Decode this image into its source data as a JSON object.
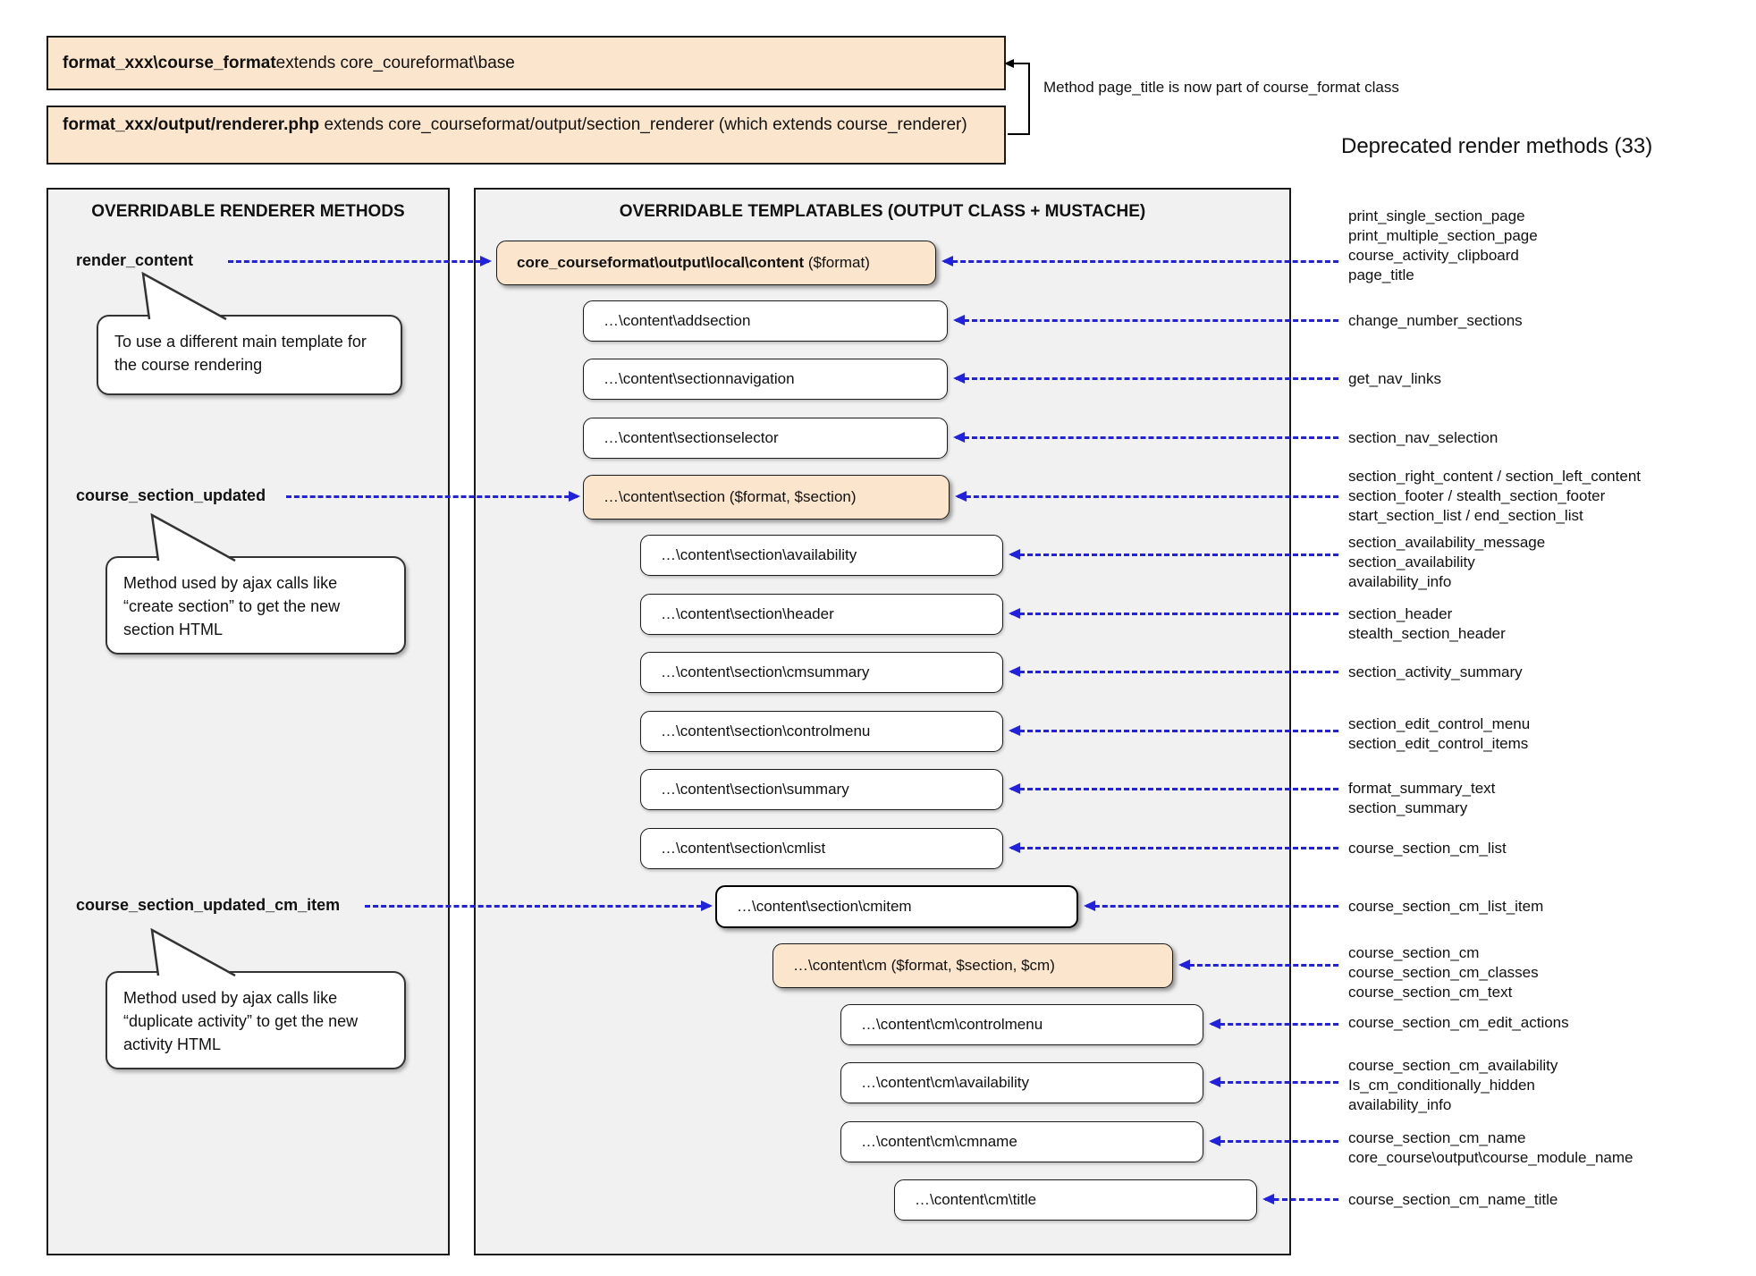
{
  "colors": {
    "accent_blue": "#2222dd",
    "box_orange": "#fbe5cc",
    "panel_bg": "#f1f1f2"
  },
  "top": {
    "box1": {
      "bold": "format_xxx\\course_format",
      "rest": " extends core_coureformat\\base"
    },
    "box2": {
      "bold": "format_xxx/output/renderer.php",
      "rest": " extends core_courseformat/output/section_renderer (which extends course_renderer)"
    },
    "note": "Method page_title is now part of course_format class",
    "deprecated_title": "Deprecated render methods (33)"
  },
  "left_panel": {
    "header": "OVERRIDABLE RENDERER METHODS",
    "methods": [
      {
        "name": "render_content",
        "note": "To use a different main template for the course rendering"
      },
      {
        "name": "course_section_updated",
        "note": "Method used by ajax calls like “create section” to get the new section HTML"
      },
      {
        "name": "course_section_updated_cm_item",
        "note": "Method used by ajax calls like “duplicate activity” to get the new activity HTML"
      }
    ]
  },
  "middle_panel": {
    "header": "OVERRIDABLE TEMPLATABLES (OUTPUT CLASS + MUSTACHE)",
    "boxes": [
      {
        "bold": "core_courseformat\\output\\local\\content",
        "text": " ($format)"
      },
      {
        "bold": "",
        "text": "…\\content\\addsection"
      },
      {
        "bold": "",
        "text": "…\\content\\sectionnavigation"
      },
      {
        "bold": "",
        "text": "…\\content\\sectionselector"
      },
      {
        "bold": "",
        "text": "…\\content\\section ($format, $section)"
      },
      {
        "bold": "",
        "text": "…\\content\\section\\availability"
      },
      {
        "bold": "",
        "text": "…\\content\\section\\header"
      },
      {
        "bold": "",
        "text": "…\\content\\section\\cmsummary"
      },
      {
        "bold": "",
        "text": "…\\content\\section\\controlmenu"
      },
      {
        "bold": "",
        "text": "…\\content\\section\\summary"
      },
      {
        "bold": "",
        "text": "…\\content\\section\\cmlist"
      },
      {
        "bold": "",
        "text": "…\\content\\section\\cmitem"
      },
      {
        "bold": "",
        "text": "…\\content\\cm ($format, $section, $cm)"
      },
      {
        "bold": "",
        "text": "…\\content\\cm\\controlmenu"
      },
      {
        "bold": "",
        "text": "…\\content\\cm\\availability"
      },
      {
        "bold": "",
        "text": "…\\content\\cm\\cmname"
      },
      {
        "bold": "",
        "text": "…\\content\\cm\\title"
      }
    ]
  },
  "right_list": {
    "groups": [
      {
        "lines": [
          "print_single_section_page",
          "print_multiple_section_page",
          "course_activity_clipboard",
          "page_title"
        ]
      },
      {
        "lines": [
          "change_number_sections"
        ]
      },
      {
        "lines": [
          "get_nav_links"
        ]
      },
      {
        "lines": [
          "section_nav_selection"
        ]
      },
      {
        "lines": [
          "section_right_content / section_left_content",
          "section_footer / stealth_section_footer",
          "start_section_list / end_section_list"
        ]
      },
      {
        "lines": [
          "section_availability_message",
          "section_availability",
          "availability_info"
        ]
      },
      {
        "lines": [
          "section_header",
          "stealth_section_header"
        ]
      },
      {
        "lines": [
          "section_activity_summary"
        ]
      },
      {
        "lines": [
          "section_edit_control_menu",
          "section_edit_control_items"
        ]
      },
      {
        "lines": [
          "format_summary_text",
          "section_summary"
        ]
      },
      {
        "lines": [
          "course_section_cm_list"
        ]
      },
      {
        "lines": [
          "course_section_cm_list_item"
        ]
      },
      {
        "lines": [
          "course_section_cm",
          "course_section_cm_classes",
          "course_section_cm_text"
        ]
      },
      {
        "lines": [
          "course_section_cm_edit_actions"
        ]
      },
      {
        "lines": [
          "course_section_cm_availability",
          "Is_cm_conditionally_hidden",
          "availability_info"
        ]
      },
      {
        "lines": [
          "course_section_cm_name",
          "core_course\\output\\course_module_name"
        ]
      },
      {
        "lines": [
          "course_section_cm_name_title"
        ]
      }
    ]
  }
}
